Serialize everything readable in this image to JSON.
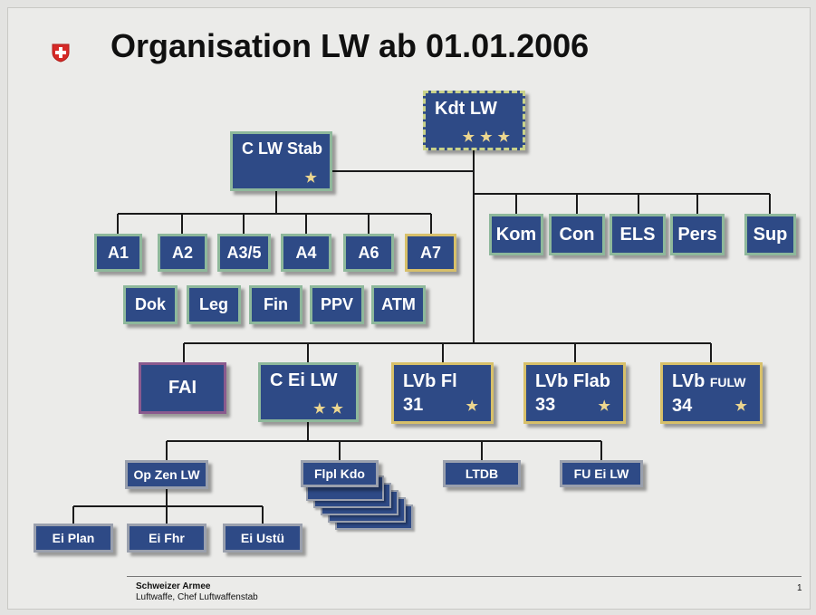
{
  "slide": {
    "title": "Organisation LW ab 01.01.2006",
    "footer_org": "Schweizer Armee",
    "footer_unit": "Luftwaffe, Chef Luftwaffenstab",
    "page_number": "1"
  },
  "chart": {
    "top": {
      "label": "Kdt LW",
      "stars": "★★★"
    },
    "staff": {
      "label": "C LW Stab",
      "stars": "★"
    },
    "staff_units": [
      "A1",
      "A2",
      "A3/5",
      "A4",
      "A6",
      "A7"
    ],
    "staff_units_row2": [
      "Dok",
      "Leg",
      "Fin",
      "PPV",
      "ATM"
    ],
    "direct_units": [
      "Kom",
      "Con",
      "ELS",
      "Pers",
      "Sup"
    ],
    "fai": "FAI",
    "ops": {
      "label": "C Ei LW",
      "stars": "★★"
    },
    "lvb_fl": {
      "label": "LVb Fl",
      "number": "31",
      "stars": "★"
    },
    "lvb_flab": {
      "label": "LVb Flab",
      "number": "33",
      "stars": "★"
    },
    "lvb_fulw": {
      "label": "LVb",
      "suffix": "FULW",
      "number": "34",
      "stars": "★"
    },
    "op_zen": "Op Zen LW",
    "flpl_kdo": "Flpl Kdo",
    "ltdb": "LTDB",
    "fu_ei": "FU Ei LW",
    "op_zen_units": [
      "Ei Plan",
      "Ei Fhr",
      "Ei Ustü"
    ]
  },
  "colors": {
    "box_fill": "#2e4a86",
    "box_border_green": "#8eb89b",
    "box_border_gold": "#d7c06a",
    "star": "#ecd68f",
    "flag_red": "#d62a27"
  },
  "icons": {
    "flag": "swiss-flag-icon"
  }
}
